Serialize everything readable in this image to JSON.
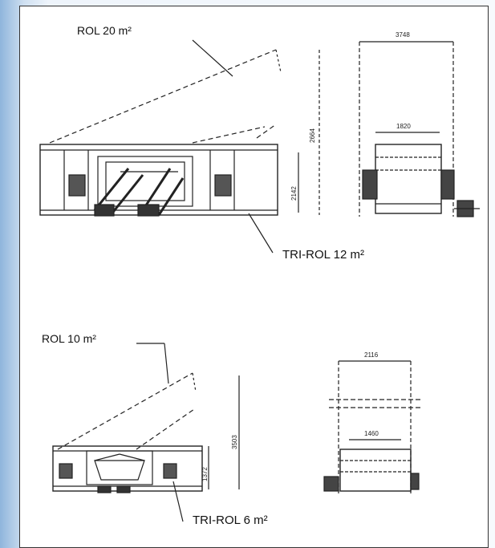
{
  "labels": {
    "rol20": "ROL 20 m²",
    "trirol12": "TRI-ROL 12 m²",
    "rol10": "ROL 10 m²",
    "trirol6": "TRI-ROL 6 m²"
  },
  "dimensions": {
    "top_width": "3748",
    "top_inner": "1820",
    "top_height_total": "2664",
    "top_height": "2142",
    "bottom_width": "2116",
    "bottom_inner": "1460",
    "bottom_height_total": "3503",
    "bottom_height": "1372"
  },
  "colors": {
    "line": "#222222",
    "background": "#ffffff"
  }
}
